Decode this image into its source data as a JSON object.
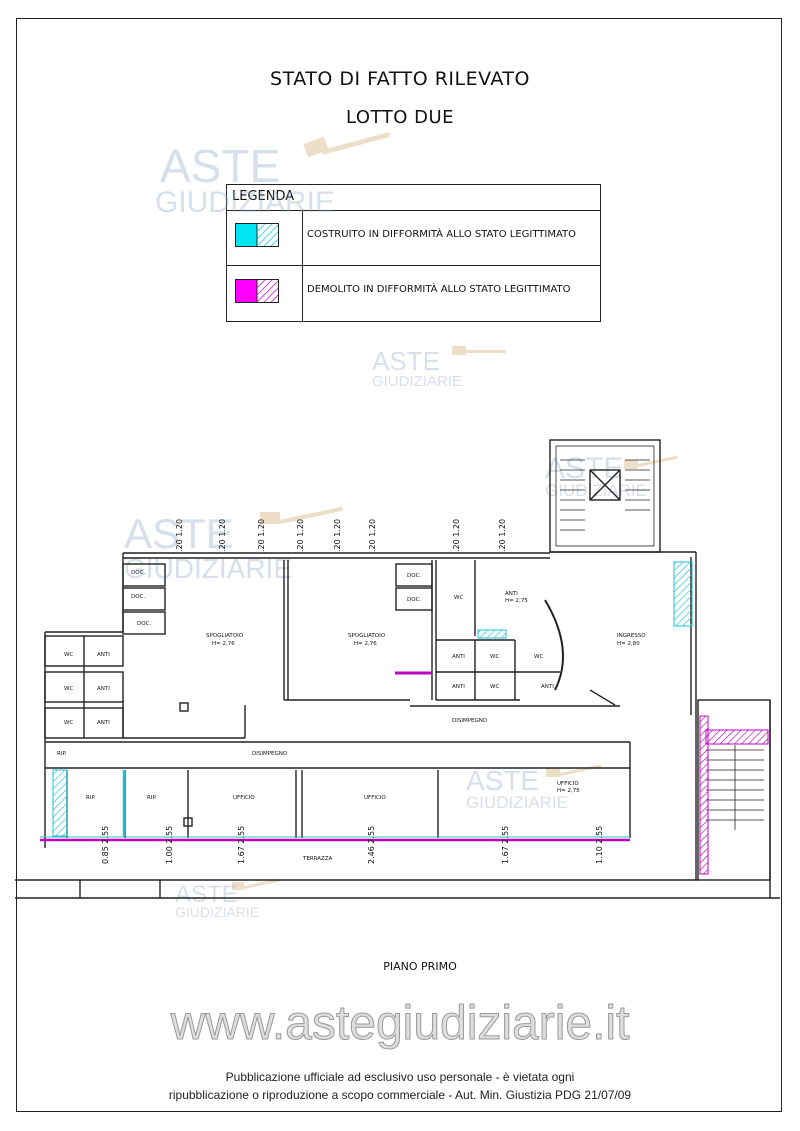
{
  "title": "STATO DI FATTO RILEVATO",
  "subtitle": "LOTTO DUE",
  "legend": {
    "title": "LEGENDA",
    "items": [
      {
        "label": "COSTRUITO IN DIFFORMITÀ ALLO STATO LEGITTIMATO",
        "color": "#00e5f0"
      },
      {
        "label": "DEMOLITO IN DIFFORMITÀ ALLO STATO LEGITTIMATO",
        "color": "#ff00ff"
      }
    ]
  },
  "watermark": {
    "brand": "ASTE",
    "brand2": "GIUDIZIARIE",
    "site": "www.astegiudiziarie.it"
  },
  "rooms": {
    "doc1": "DOC.",
    "doc2": "DOC.",
    "doc3": "DOC.",
    "doc4": "DOC.",
    "doc5": "DOC.",
    "spog1": "SPOGLIATOIO",
    "spog1_h": "H= 2,76",
    "spog2": "SPOGLIATOIO",
    "spog2_h": "H= 2,76",
    "ingresso": "INGRESSO",
    "ingresso_h": "H= 2,80",
    "wc": "WC",
    "anti": "ANTI",
    "anti_h": "ANTI",
    "anti_hh": "H= 2,75",
    "rip": "RIP.",
    "disimp": "DISIMPEGNO",
    "ufficio": "UFFICIO",
    "ufficio_h": "H= 2,75",
    "terrazza": "TERRAZZA"
  },
  "dims_top": [
    ".20\n1.20",
    ".20\n1.20",
    ".20\n1.20",
    ".20\n1.20",
    ".20\n1.20",
    ".20\n1.20",
    ".20\n1.20",
    ".20\n1.20"
  ],
  "dims_bottom": [
    "0.85\n2.55",
    "1.00\n2.55",
    "1.67\n2.55",
    "2.46\n2.55",
    "1.67\n2.55",
    "1.10\n2.55"
  ],
  "floor_label": "PIANO PRIMO",
  "publication": {
    "line1": "Pubblicazione ufficiale ad esclusivo uso personale - è vietata ogni",
    "line2": "ripubblicazione o riproduzione a scopo commerciale - Aut. Min. Giustizia PDG 21/07/09"
  }
}
